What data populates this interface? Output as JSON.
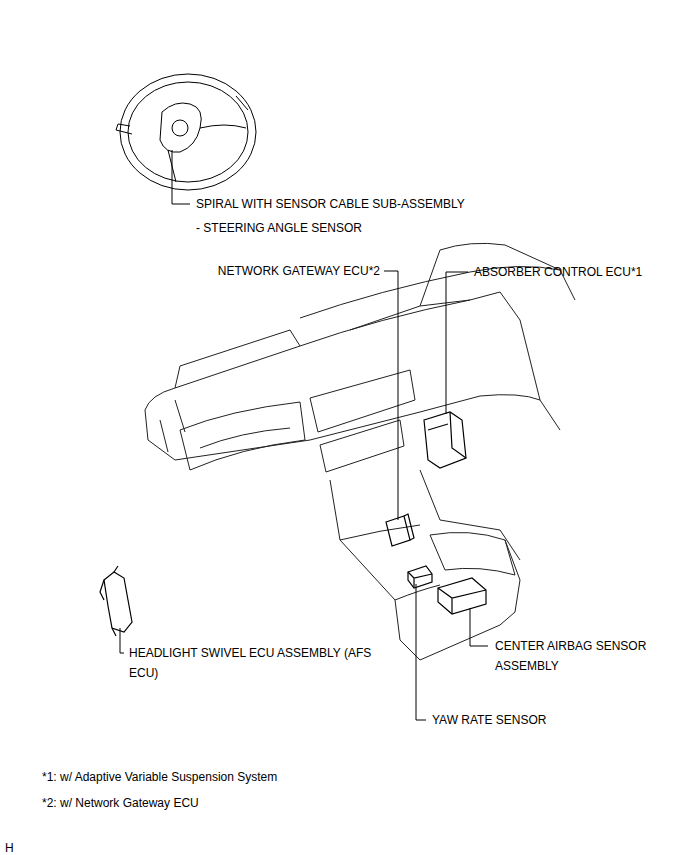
{
  "diagram": {
    "labels": [
      "SPIRAL WITH SENSOR CABLE SUB-ASSEMBLY",
      "- STEERING ANGLE SENSOR",
      "NETWORK GATEWAY ECU*2",
      "ABSORBER CONTROL ECU*1",
      "HEADLIGHT SWIVEL ECU ASSEMBLY (AFS ECU)",
      "CENTER AIRBAG SENSOR ASSEMBLY",
      "YAW RATE SENSOR",
      "*1: w/ Adaptive Variable Suspension System",
      "*2: w/ Network Gateway ECU",
      "H"
    ]
  }
}
